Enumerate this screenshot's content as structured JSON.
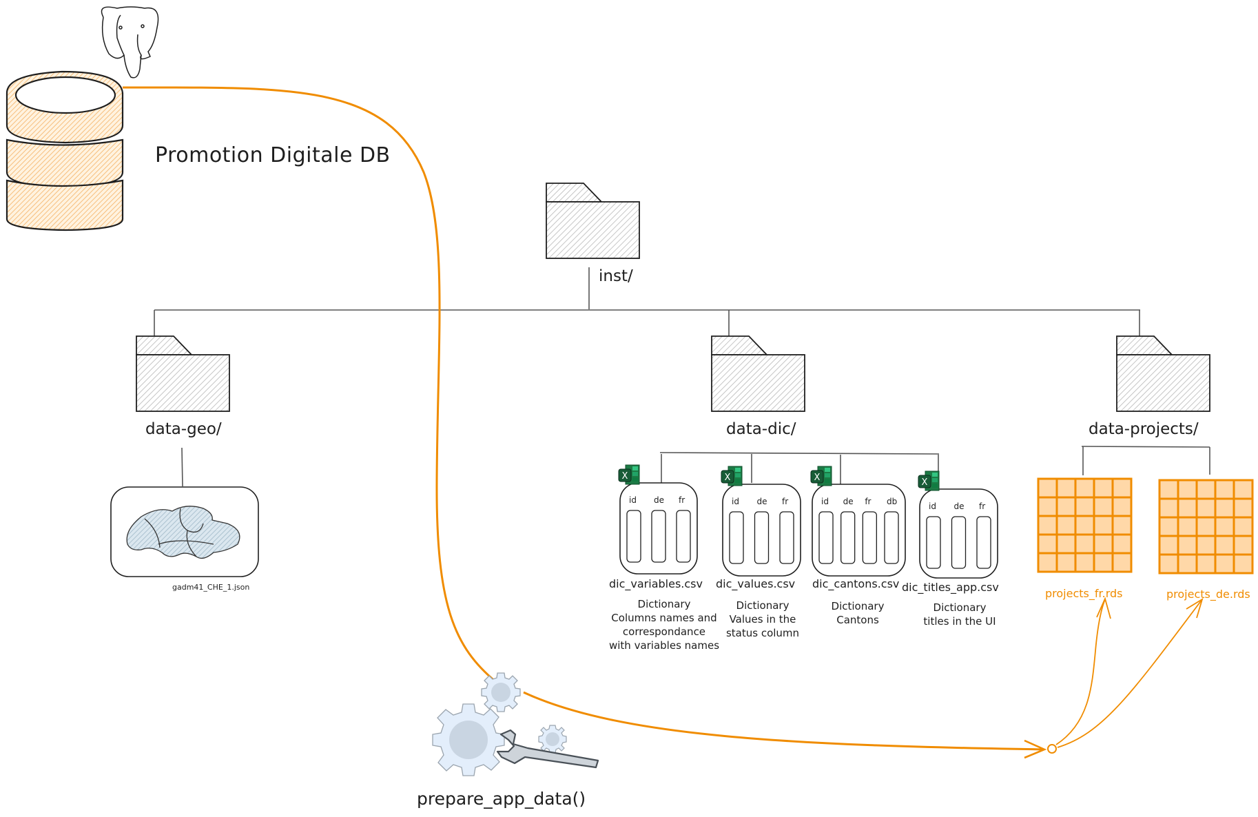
{
  "diagram": {
    "title": "Promotion Digitale DB",
    "colors": {
      "stroke": "#1e1e1e",
      "accent_orange": "#f08c00",
      "orange_fill": "#ffd8a8",
      "folder_hatch": "#c8c8c8",
      "gear_fill": "#e3eefb",
      "gear_center": "#c9d5e2",
      "wrench_fill": "#ced4da",
      "excel_green": "#1d7a45",
      "map_fill": "#a5c3d4"
    },
    "database": {
      "name": "Promotion Digitale DB",
      "engine_icon": "postgresql-elephant-icon"
    },
    "root_folder": {
      "label": "inst/"
    },
    "folders": [
      {
        "id": "data-geo",
        "label": "data-geo/"
      },
      {
        "id": "data-dic",
        "label": "data-dic/"
      },
      {
        "id": "data-projects",
        "label": "data-projects/"
      }
    ],
    "geo_file": {
      "label": "gadm41_CHE_1.json",
      "icon": "map-icon"
    },
    "dic_files": [
      {
        "label": "dic_variables.csv",
        "columns": [
          "id",
          "de",
          "fr"
        ],
        "description": "Dictionary\nColumns names and\ncorrespondance\nwith variables names"
      },
      {
        "label": "dic_values.csv",
        "columns": [
          "id",
          "de",
          "fr"
        ],
        "description": "Dictionary\nValues in the\nstatus column"
      },
      {
        "label": "dic_cantons.csv",
        "columns": [
          "id",
          "de",
          "fr",
          "db"
        ],
        "description": "Dictionary\nCantons"
      },
      {
        "label": "dic_titles_app.csv",
        "columns": [
          "id",
          "de",
          "fr"
        ],
        "description": "Dictionary\ntitles in the UI"
      }
    ],
    "project_files": [
      {
        "label": "projects_fr.rds"
      },
      {
        "label": "projects_de.rds"
      }
    ],
    "process": {
      "label": "prepare_app_data()",
      "icon": "gears-wrench-icon"
    }
  }
}
